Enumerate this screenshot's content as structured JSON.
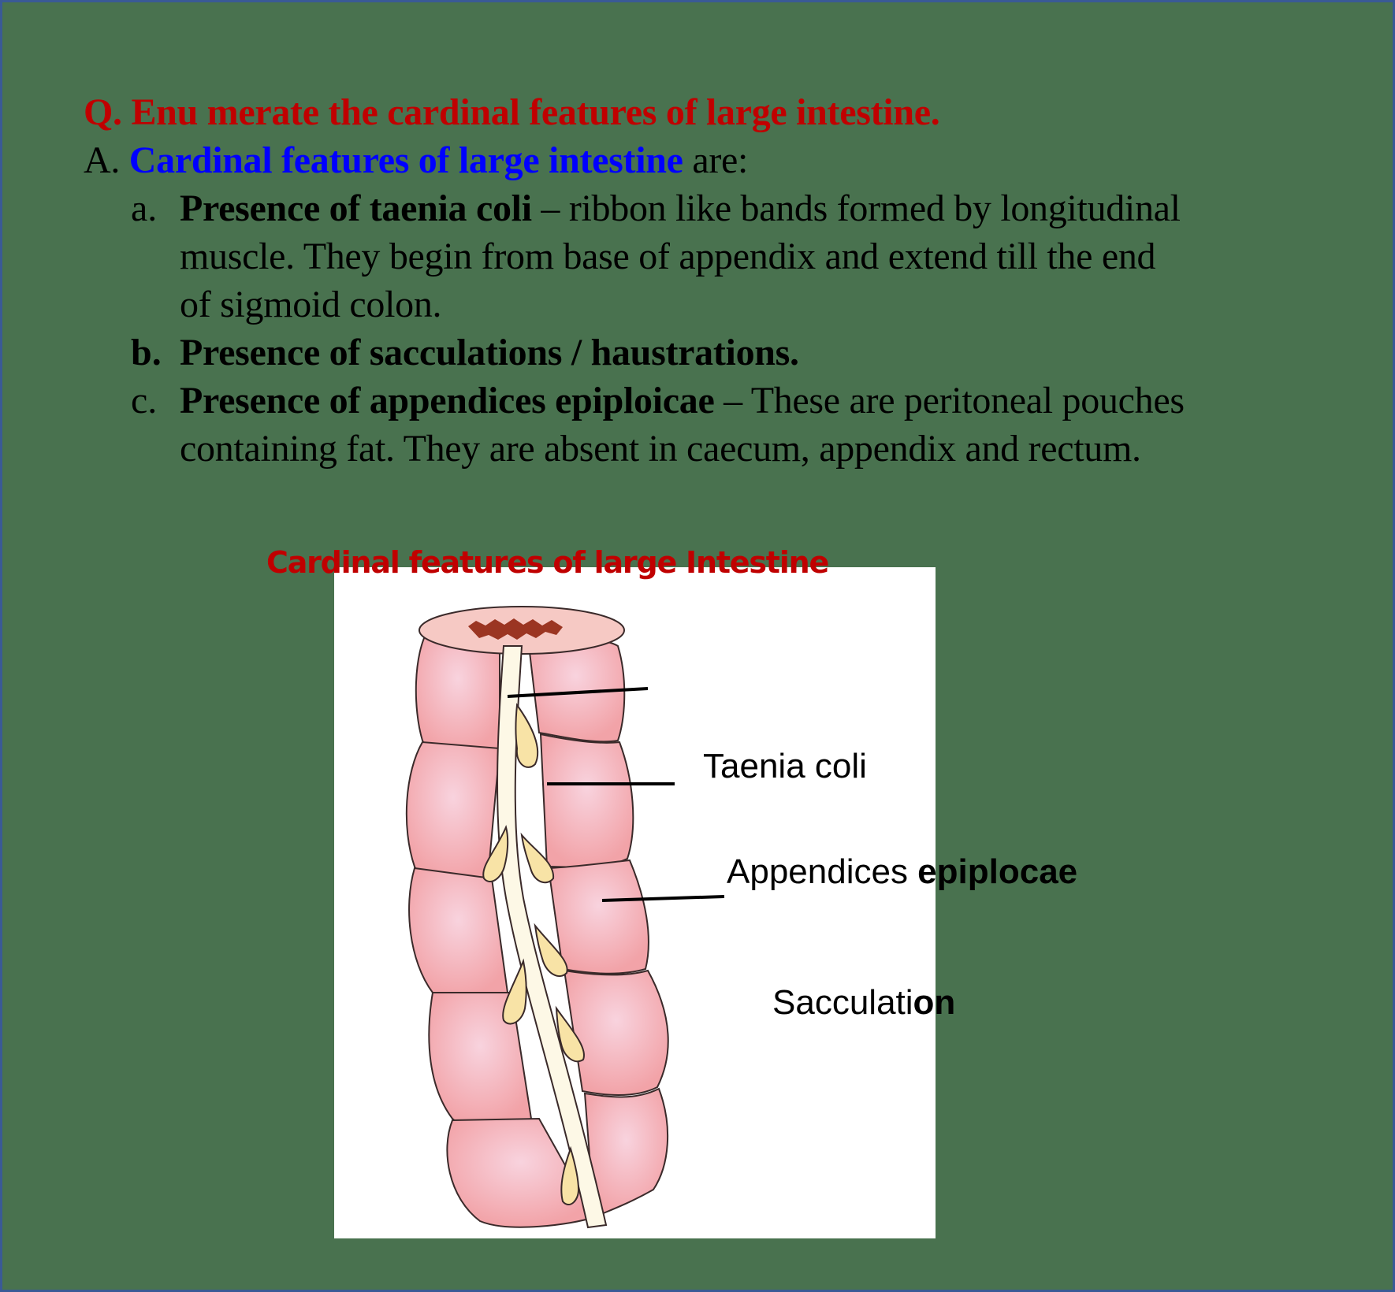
{
  "question": {
    "prefix": "Q.",
    "text": "Enu merate the cardinal features of large intestine."
  },
  "answer": {
    "prefix": "A.",
    "highlight": "Cardinal features of large intestine",
    "suffix": " are:",
    "items": [
      {
        "marker": "a.",
        "bold": "Presence of taenia coli",
        "text_lines": [
          " – ribbon like bands formed by longitudinal",
          "muscle. They begin from base of appendix and extend till the end",
          "of sigmoid colon."
        ]
      },
      {
        "marker": "b.",
        "bold": "Presence of sacculations / haustrations.",
        "text_lines": []
      },
      {
        "marker": "c.",
        "bold": "Presence of appendices epiploicae",
        "text_lines": [
          " – These are peritoneal pouches",
          "containing fat.  They are absent in caecum, appendix and rectum."
        ]
      }
    ]
  },
  "figure": {
    "title": "Cardinal features of large Intestine",
    "labels": {
      "taenia": "Taenia coli",
      "appendices_main": "Appendices ",
      "appendices_overflow": "epiplocae",
      "sacculation_main": "Sacculati",
      "sacculation_overflow": "on"
    }
  },
  "colors": {
    "background": "#49724f",
    "border": "#3a5a96",
    "question_red": "#c00000",
    "answer_blue": "#0000ff",
    "intestine_pink": "#f4a9ae",
    "taenia_cream": "#fdf8e6",
    "appendix_yellow": "#f8e3a6",
    "lumen_brown": "#9b3522"
  }
}
